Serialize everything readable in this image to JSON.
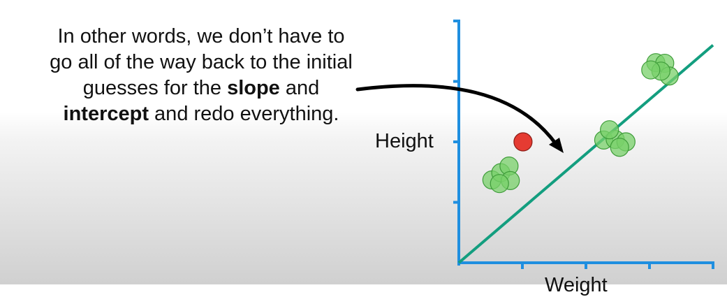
{
  "text": {
    "line1": "In other words, we don’t have to",
    "line2": "go all of the way back to the initial",
    "line3_pre": "guesses for the ",
    "line3_bold": "slope",
    "line3_post": " and",
    "line4_bold": "intercept",
    "line4_post": " and redo everything."
  },
  "axes": {
    "ylabel": "Height",
    "xlabel": "Weight",
    "axis_color": "#1f8fe0"
  },
  "colors": {
    "fit_line": "#139e7f",
    "point_fill": "#78d06a",
    "point_stroke": "#3f9c3a",
    "highlight_fill": "#e53b32",
    "highlight_stroke": "#8a1d16",
    "arrow": "#000000"
  },
  "chart_data": {
    "type": "scatter",
    "xlabel": "Weight",
    "ylabel": "Height",
    "xlim": [
      0,
      4
    ],
    "ylim": [
      0,
      4
    ],
    "points": [
      {
        "x": 0.52,
        "y": 1.37
      },
      {
        "x": 0.66,
        "y": 1.49
      },
      {
        "x": 0.79,
        "y": 1.6
      },
      {
        "x": 0.81,
        "y": 1.36
      },
      {
        "x": 0.64,
        "y": 1.31
      },
      {
        "x": 2.28,
        "y": 2.03
      },
      {
        "x": 2.46,
        "y": 2.04
      },
      {
        "x": 2.63,
        "y": 2.0
      },
      {
        "x": 2.37,
        "y": 2.2
      },
      {
        "x": 2.53,
        "y": 1.91
      },
      {
        "x": 3.1,
        "y": 3.31
      },
      {
        "x": 3.24,
        "y": 3.3
      },
      {
        "x": 3.31,
        "y": 3.09
      },
      {
        "x": 3.18,
        "y": 3.17
      },
      {
        "x": 3.02,
        "y": 3.19
      }
    ],
    "highlight_points": [
      {
        "x": 1.01,
        "y": 2.0
      }
    ],
    "fit_line": {
      "slope": 0.9,
      "intercept": 0
    }
  }
}
